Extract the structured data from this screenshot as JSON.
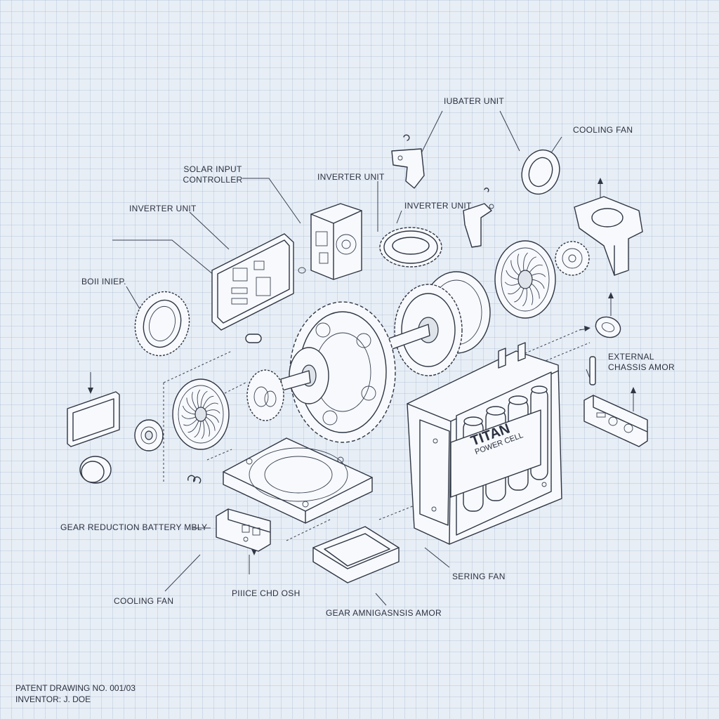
{
  "labels": {
    "tl_unit": "IUBATER UNIT",
    "cooling_fan_top": "COOLING FAN",
    "solar_input_l1": "SOLAR INPUT",
    "solar_input_l2": "CONTROLLER",
    "inverter_unit_center": "INVERTER UNIT",
    "inverter_unit_left": "INVERTER UNIT",
    "inverter_unit_right": "INVERTER UNIT",
    "boil_inlet": "BOII INIEP.",
    "external_l1": "EXTERNAL",
    "external_l2": "CHASSIS AMOR",
    "gear_reduction": "GEAR REDUCTION BATTERY MBLY",
    "cooling_fan_bottom": "COOLING FAN",
    "phc": "PIIICE CHD OSH",
    "gear_chassis": "GEAR AMNIGASNSIS AMOR",
    "sering_fan": "SERING FAN"
  },
  "battery": {
    "brand": "TITAN",
    "model": "POWER CELL"
  },
  "footer": {
    "line1": "PATENT DRAWING NO. 001/03",
    "line2": "INVENTOR: J. DOE"
  },
  "colors": {
    "paper": "#e8eef5",
    "grid": "#7896be",
    "ink": "#2f3644"
  }
}
